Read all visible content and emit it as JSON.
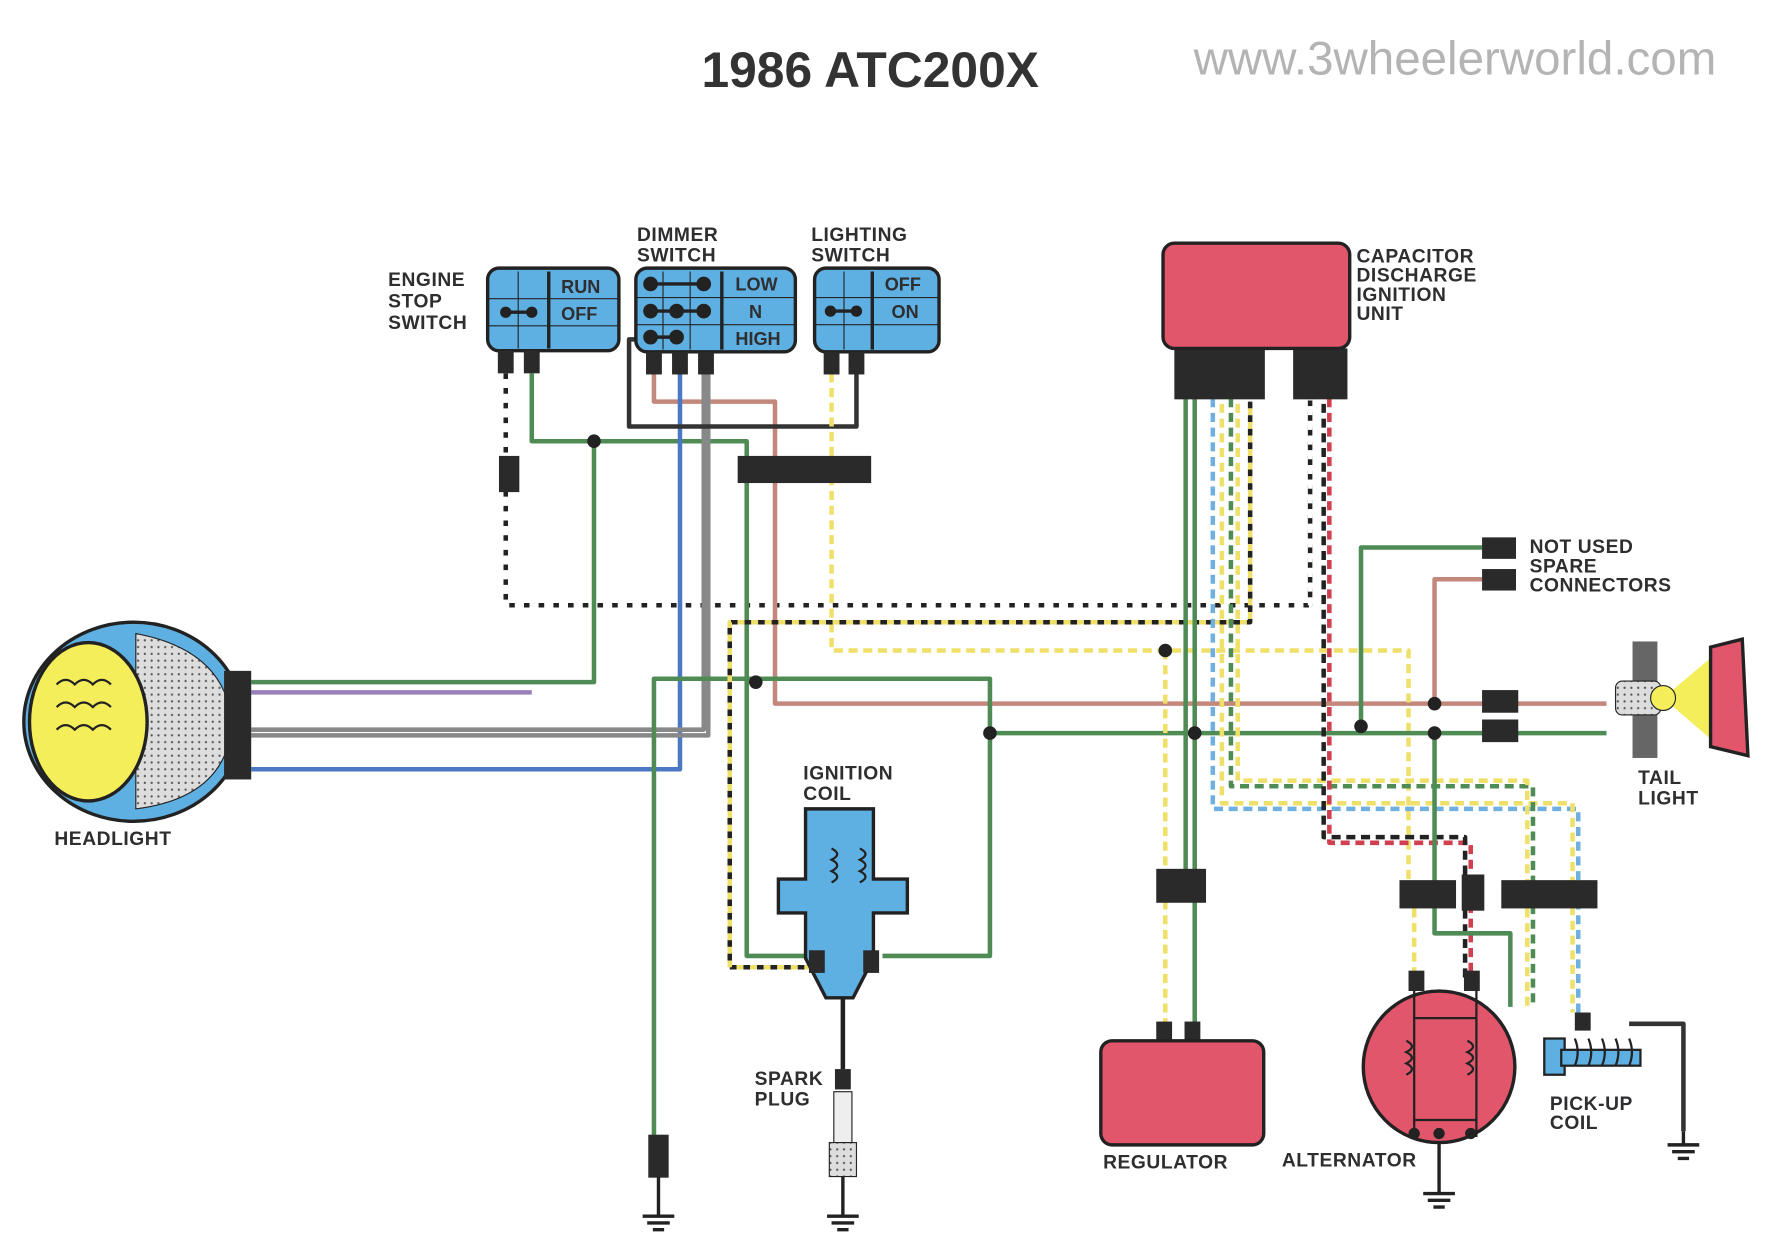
{
  "title": "1986 ATC200X",
  "website": "www.3wheelerworld.com",
  "components": {
    "engine_stop_switch": {
      "label": [
        "ENGINE",
        "STOP",
        "SWITCH"
      ],
      "positions": [
        "RUN",
        "OFF"
      ]
    },
    "dimmer_switch": {
      "label": [
        "DIMMER",
        "SWITCH"
      ],
      "positions": [
        "LOW",
        "N",
        "HIGH"
      ]
    },
    "lighting_switch": {
      "label": [
        "LIGHTING",
        "SWITCH"
      ],
      "positions": [
        "OFF",
        "ON"
      ]
    },
    "cdi_unit": {
      "label": [
        "CAPACITOR",
        "DISCHARGE",
        "IGNITION",
        "UNIT"
      ]
    },
    "spare_connectors": {
      "label": [
        "NOT USED",
        "SPARE",
        "CONNECTORS"
      ]
    },
    "headlight": {
      "label": "HEADLIGHT"
    },
    "tail_light": {
      "label": [
        "TAIL",
        "LIGHT"
      ]
    },
    "ignition_coil": {
      "label": [
        "IGNITION",
        "COIL"
      ]
    },
    "spark_plug": {
      "label": [
        "SPARK",
        "PLUG"
      ]
    },
    "regulator": {
      "label": "REGULATOR"
    },
    "alternator": {
      "label": "ALTERNATOR"
    },
    "pickup_coil": {
      "label": [
        "PICK-UP",
        "COIL"
      ]
    }
  },
  "colors": {
    "switch_blue": "#5fb0e2",
    "unit_pink": "#e2566c",
    "headlight_yellow": "#f4ee5a",
    "wire_green": "#4f8c55",
    "wire_blue": "#4a78c4",
    "wire_yellow": "#efe06a",
    "wire_brown": "#c4877c",
    "wire_red": "#d04050"
  }
}
